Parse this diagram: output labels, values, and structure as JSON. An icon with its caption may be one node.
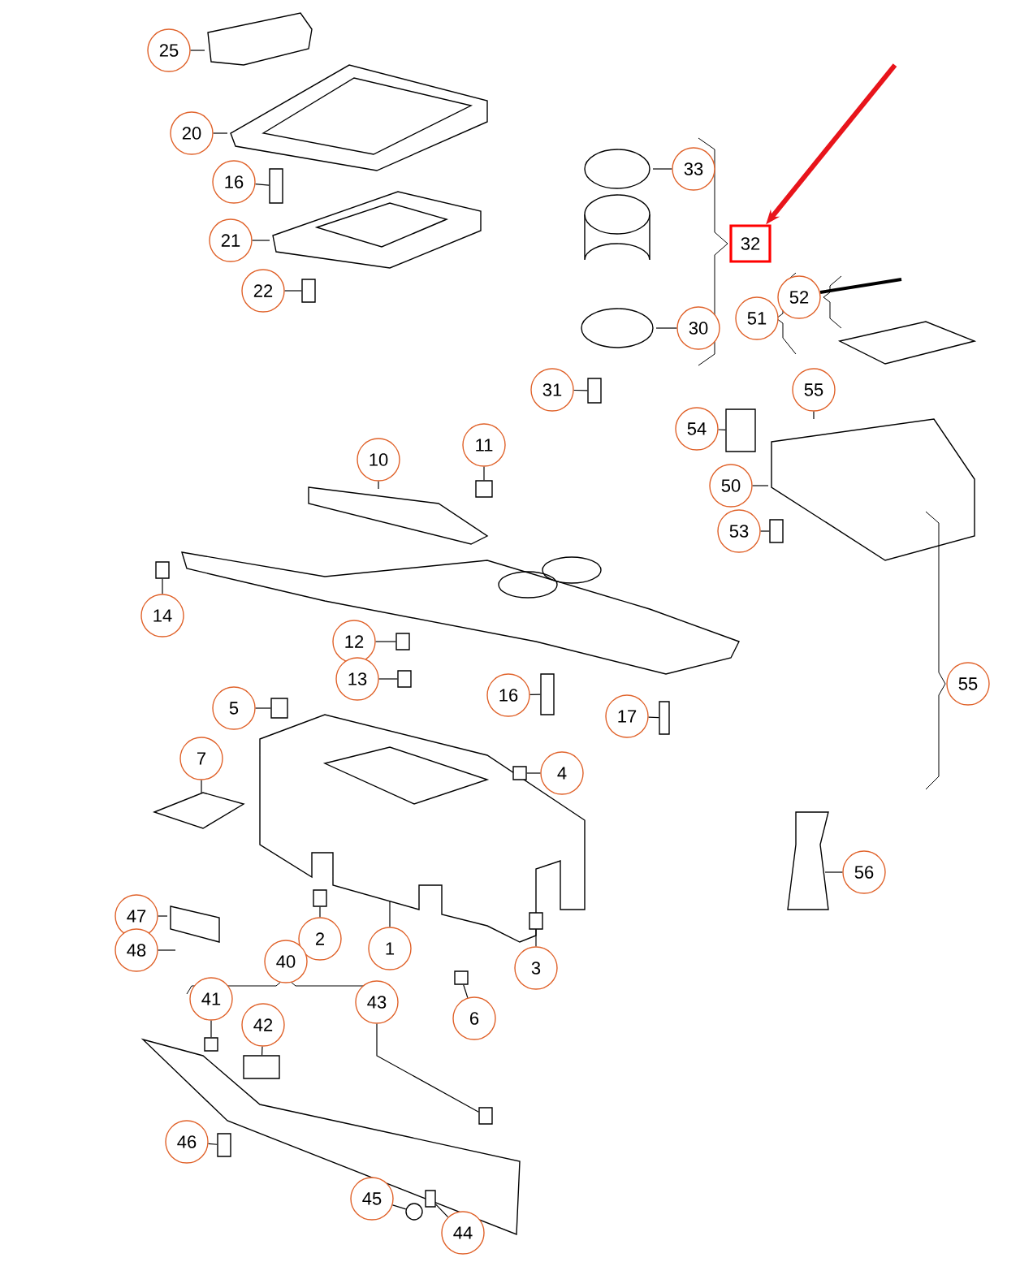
{
  "diagram": {
    "nodes": [
      {
        "text": [
          "25"
        ]
      },
      {
        "text": [
          "20"
        ]
      },
      {
        "text": [
          "16"
        ]
      },
      {
        "text": [
          "21"
        ]
      },
      {
        "text": [
          "22"
        ]
      },
      {
        "text": [
          "33"
        ]
      },
      {
        "text": [
          "32"
        ]
      },
      {
        "text": [
          "30"
        ]
      },
      {
        "text": [
          "31"
        ]
      },
      {
        "text": [
          "52"
        ]
      },
      {
        "text": [
          "51"
        ]
      },
      {
        "text": [
          "55"
        ]
      },
      {
        "text": [
          "54"
        ]
      },
      {
        "text": [
          "50"
        ]
      },
      {
        "text": [
          "53"
        ]
      },
      {
        "text": [
          "10"
        ]
      },
      {
        "text": [
          "11"
        ]
      },
      {
        "text": [
          "14"
        ]
      },
      {
        "text": [
          "12"
        ]
      },
      {
        "text": [
          "13"
        ]
      },
      {
        "text": [
          "16"
        ]
      },
      {
        "text": [
          "17"
        ]
      },
      {
        "text": [
          "55"
        ]
      },
      {
        "text": [
          "5"
        ]
      },
      {
        "text": [
          "7"
        ]
      },
      {
        "text": [
          "4"
        ]
      },
      {
        "text": [
          "56"
        ]
      },
      {
        "text": [
          "47"
        ]
      },
      {
        "text": [
          "48"
        ]
      },
      {
        "text": [
          "2"
        ]
      },
      {
        "text": [
          "1"
        ]
      },
      {
        "text": [
          "40"
        ]
      },
      {
        "text": [
          "3"
        ]
      },
      {
        "text": [
          "41"
        ]
      },
      {
        "text": [
          "43"
        ]
      },
      {
        "text": [
          "42"
        ]
      },
      {
        "text": [
          "6"
        ]
      },
      {
        "text": [
          "46"
        ]
      },
      {
        "text": [
          "45"
        ]
      },
      {
        "text": [
          "44"
        ]
      },
      {
        "text": [],
        "shape": "box"
      },
      {
        "text": [],
        "shape": "box"
      },
      {
        "text": [],
        "shape": "box"
      },
      {
        "text": [],
        "shape": "box"
      },
      {
        "text": [],
        "shape": "box"
      },
      {
        "text": [],
        "shape": "box"
      },
      {
        "text": [],
        "shape": "box"
      },
      {
        "text": [],
        "shape": "box"
      },
      {
        "text": [],
        "shape": "box"
      },
      {
        "text": [],
        "shape": "box"
      },
      {
        "text": [],
        "shape": "box"
      },
      {
        "text": [],
        "shape": "box"
      },
      {
        "text": [],
        "shape": "box"
      },
      {
        "text": [],
        "shape": "box"
      },
      {
        "text": [],
        "shape": "box"
      },
      {
        "text": [],
        "shape": "box"
      },
      {
        "text": [],
        "shape": "box"
      },
      {
        "text": [],
        "shape": "box"
      },
      {
        "text": [],
        "shape": "box"
      },
      {
        "text": [],
        "shape": "box"
      },
      {
        "text": [],
        "shape": "circle"
      },
      {
        "text": [],
        "shape": "box"
      }
    ],
    "edges": [
      {
        "from": 0,
        "to": null,
        "arrow": "none"
      },
      {
        "from": 1,
        "to": null,
        "arrow": "none"
      },
      {
        "from": 2,
        "to": 40,
        "arrow": "none"
      },
      {
        "from": 3,
        "to": null,
        "arrow": "none"
      },
      {
        "from": 4,
        "to": 41,
        "arrow": "none"
      },
      {
        "from": 5,
        "to": null,
        "arrow": "none"
      },
      {
        "from": 7,
        "to": null,
        "arrow": "none"
      },
      {
        "from": 8,
        "to": 42,
        "arrow": "none"
      },
      {
        "from": 11,
        "to": null,
        "arrow": "none"
      },
      {
        "from": 12,
        "to": 43,
        "arrow": "none"
      },
      {
        "from": 13,
        "to": null,
        "arrow": "none"
      },
      {
        "from": 14,
        "to": 44,
        "arrow": "none"
      },
      {
        "from": 15,
        "to": null,
        "arrow": "none"
      },
      {
        "from": 16,
        "to": 45,
        "arrow": "none"
      },
      {
        "from": 17,
        "to": 46,
        "arrow": "none"
      },
      {
        "from": 18,
        "to": 47,
        "arrow": "none"
      },
      {
        "from": 19,
        "to": 48,
        "arrow": "none"
      },
      {
        "from": 20,
        "to": 49,
        "arrow": "none"
      },
      {
        "from": 21,
        "to": 50,
        "arrow": "none"
      },
      {
        "from": 23,
        "to": 51,
        "arrow": "none"
      },
      {
        "from": 24,
        "to": null,
        "arrow": "none"
      },
      {
        "from": 25,
        "to": 52,
        "arrow": "none"
      },
      {
        "from": 26,
        "to": null,
        "arrow": "none"
      },
      {
        "from": 27,
        "to": null,
        "arrow": "none"
      },
      {
        "from": 28,
        "to": null,
        "arrow": "none"
      },
      {
        "from": 29,
        "to": 53,
        "arrow": "none"
      },
      {
        "from": 30,
        "to": null,
        "arrow": "none"
      },
      {
        "from": 32,
        "to": 54,
        "arrow": "none"
      },
      {
        "from": 33,
        "to": 55,
        "arrow": "none"
      },
      {
        "from": 34,
        "to": 56,
        "arrow": "none"
      },
      {
        "from": 35,
        "to": 57,
        "arrow": "none"
      },
      {
        "from": 36,
        "to": 58,
        "arrow": "none"
      },
      {
        "from": 37,
        "to": 59,
        "arrow": "none"
      },
      {
        "from": 38,
        "to": 60,
        "arrow": "none"
      },
      {
        "from": 39,
        "to": 61,
        "arrow": "none"
      },
      {
        "from": null,
        "to": 6,
        "arrow": "to",
        "style": "thick",
        "color": "#e8141b"
      }
    ]
  }
}
